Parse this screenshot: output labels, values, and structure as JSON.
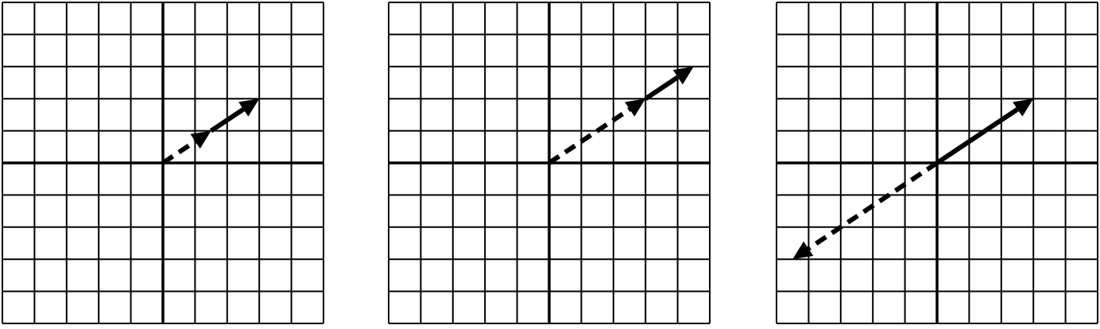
{
  "colors": {
    "background": "#ffffff",
    "ink": "#000000"
  },
  "grid": {
    "cols": 10,
    "rows": 10,
    "x_range": [
      -5,
      5
    ],
    "y_range": [
      -5,
      5
    ]
  },
  "panels": [
    {
      "id": "panel-1",
      "arrows": [
        {
          "from": [
            0,
            0
          ],
          "to": [
            1.5,
            1
          ],
          "style": "dashed"
        },
        {
          "from": [
            1.5,
            1
          ],
          "to": [
            3,
            2
          ],
          "style": "solid"
        }
      ]
    },
    {
      "id": "panel-2",
      "arrows": [
        {
          "from": [
            0,
            0
          ],
          "to": [
            3,
            2
          ],
          "style": "dashed"
        },
        {
          "from": [
            3,
            2
          ],
          "to": [
            4.5,
            3
          ],
          "style": "solid"
        }
      ]
    },
    {
      "id": "panel-3",
      "arrows": [
        {
          "from": [
            0,
            0
          ],
          "to": [
            3,
            2
          ],
          "style": "solid"
        },
        {
          "from": [
            0,
            0
          ],
          "to": [
            -4.5,
            -3
          ],
          "style": "dashed"
        }
      ]
    }
  ]
}
